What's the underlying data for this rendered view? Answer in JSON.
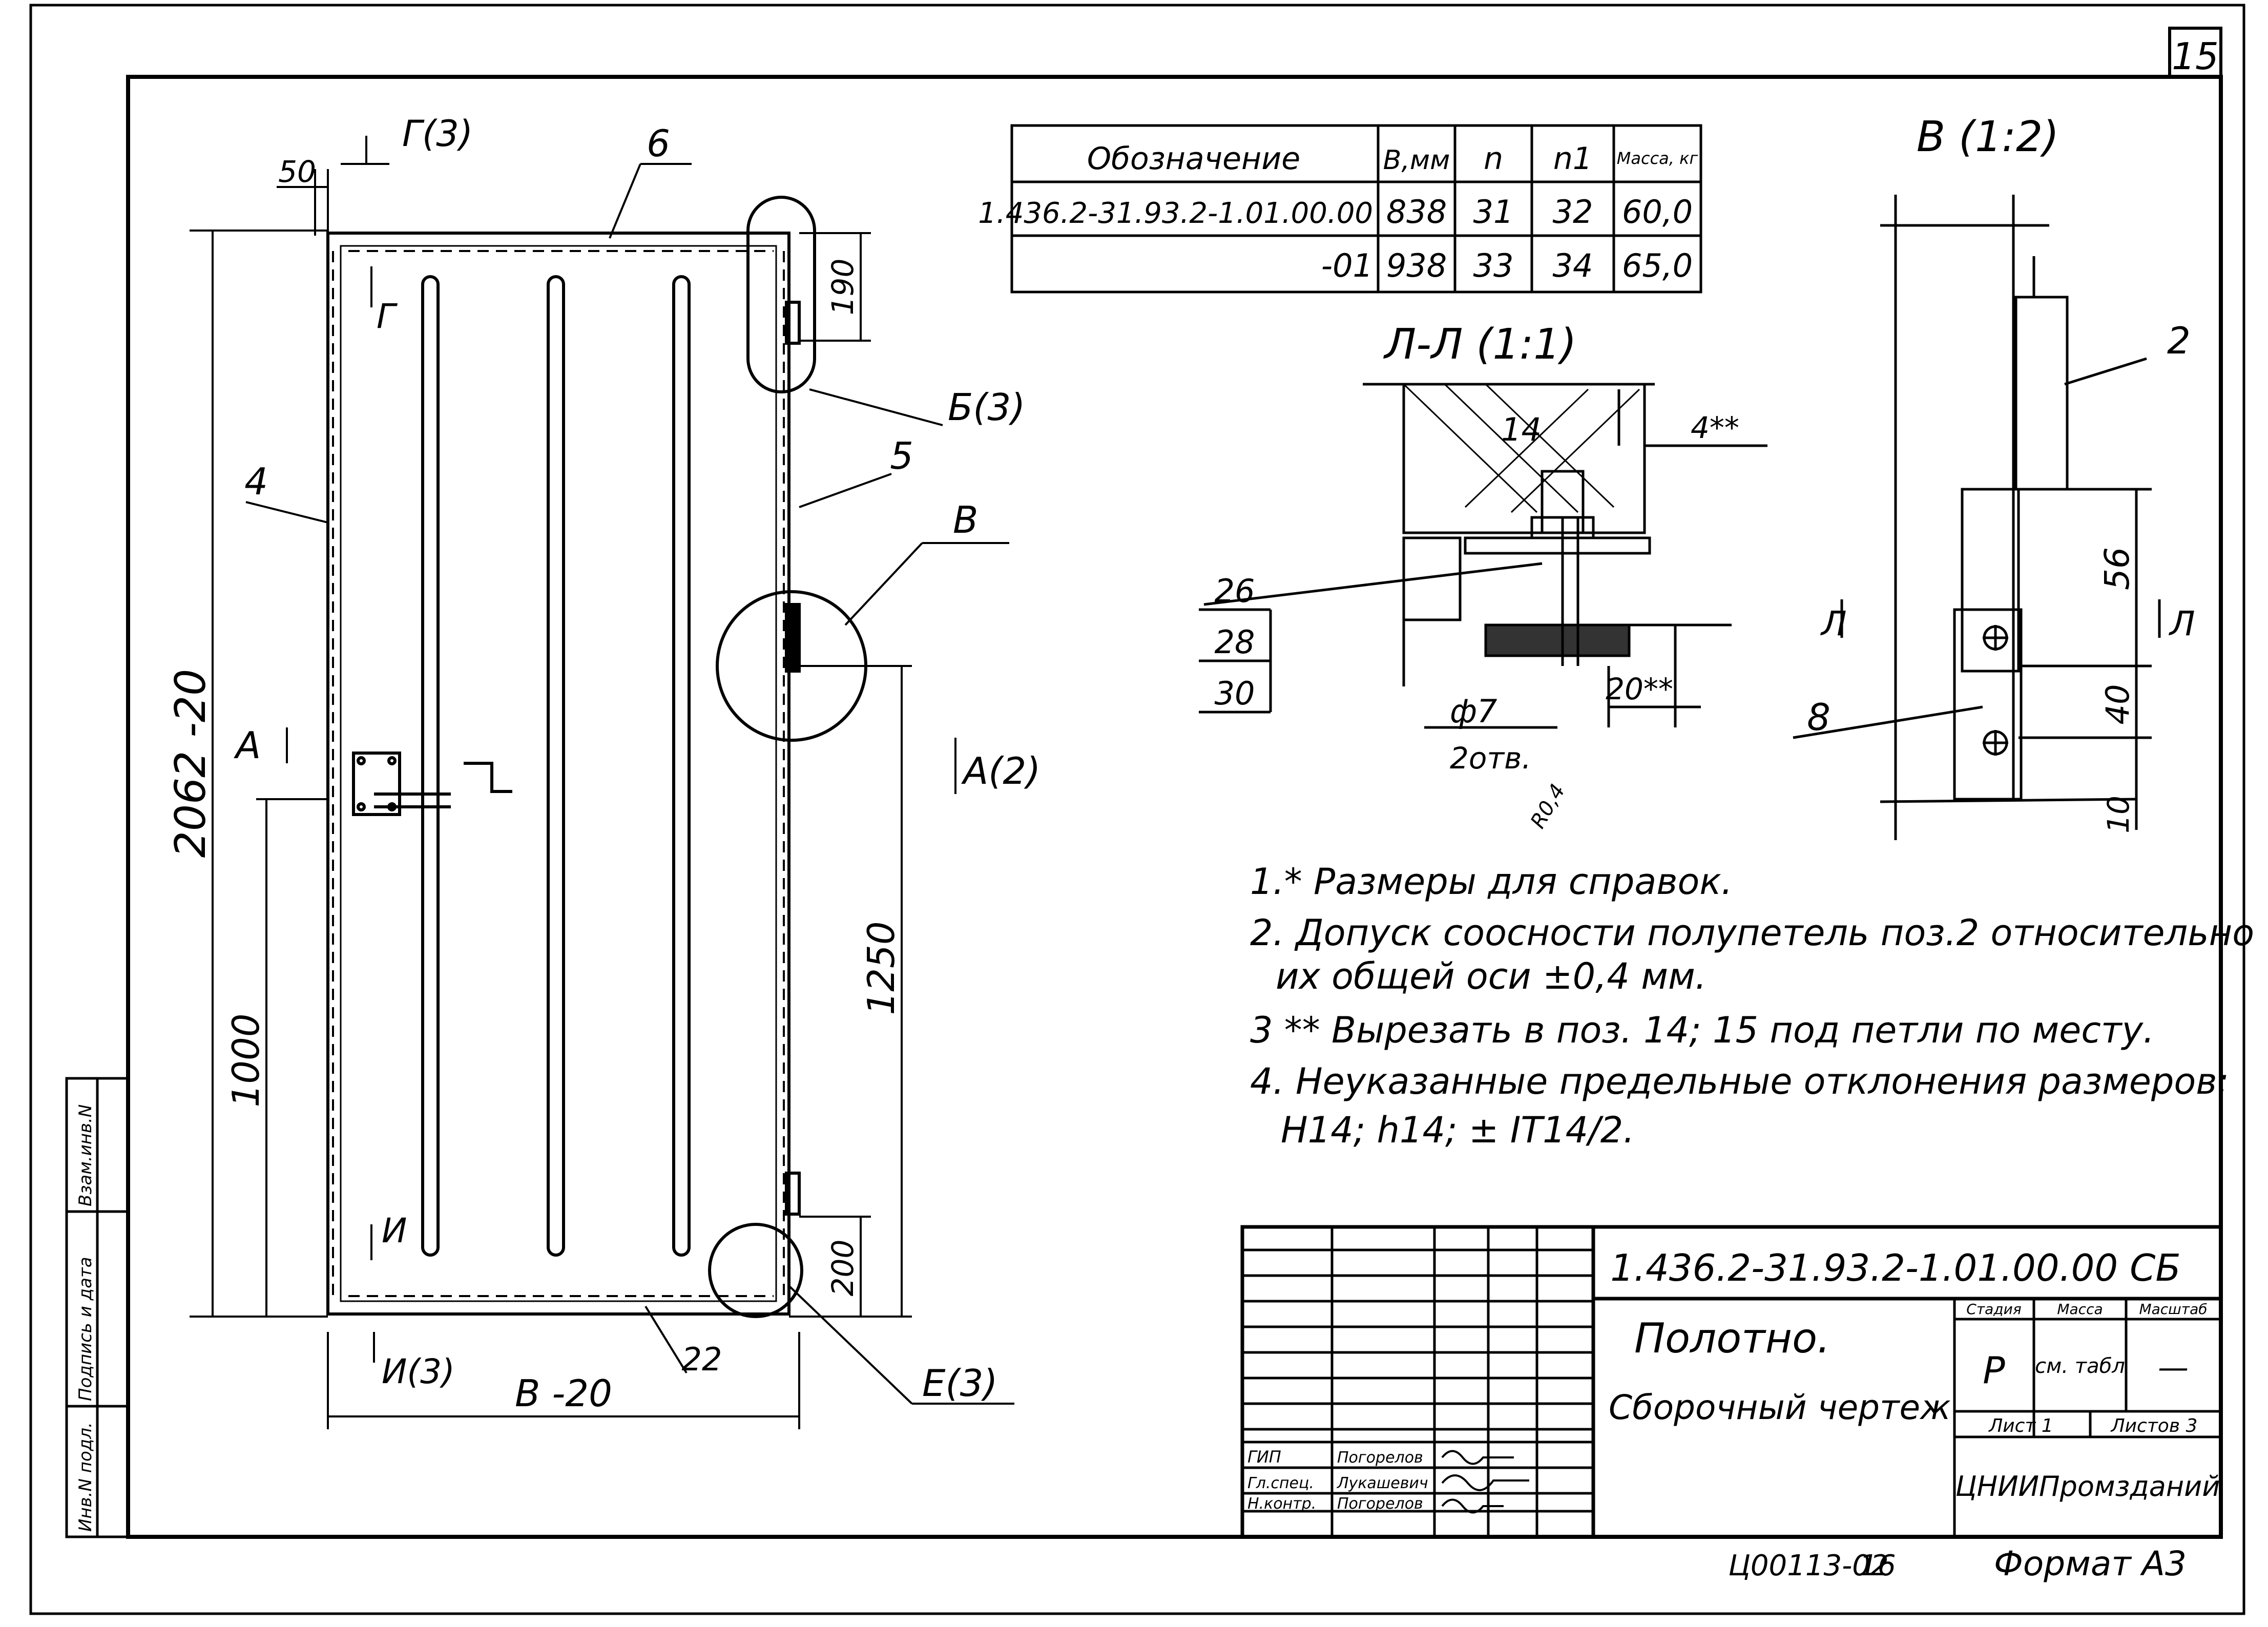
{
  "page": {
    "number": "15"
  },
  "spec_table": {
    "headers": [
      "Обозначение",
      "В,мм",
      "n",
      "n1",
      "Масса, кг"
    ],
    "rows": [
      [
        "1.436.2-31.93.2-1.01.00.00",
        "838",
        "31",
        "32",
        "60,0"
      ],
      [
        "-01",
        "938",
        "33",
        "34",
        "65,0"
      ]
    ]
  },
  "door": {
    "dim_width_top": "50",
    "section_g_top": "Г(3)",
    "pos_top": "6",
    "pos_left": "4",
    "pos_right": "5",
    "dim_height": "2062 -20",
    "dim_1000": "1000",
    "dim_1250": "1250",
    "dim_190": "190",
    "dim_200": "200",
    "dim_width_bottom": "B -20",
    "pos_bottom": "22",
    "callout_b": "Б(3)",
    "callout_v": "В",
    "callout_e": "Е(3)",
    "section_a_left": "A",
    "section_a_right": "А(2)",
    "mark_g": "Г",
    "mark_i": "И",
    "section_i_bottom": "И(3)"
  },
  "section_ll": {
    "title": "Л-Л (1:1)",
    "pos_14": "14",
    "dim_4": "4**",
    "pos_26": "26",
    "pos_28": "28",
    "pos_30": "30",
    "dim_20": "20**",
    "hole": "ф7",
    "hole_count": "2отв.",
    "radius": "R0,4"
  },
  "view_v": {
    "title": "В (1:2)",
    "pos_2": "2",
    "pos_8": "8",
    "dim_56": "56",
    "dim_40": "40",
    "dim_10": "10",
    "cut_l_left": "Л",
    "cut_l_right": "Л"
  },
  "notes": [
    "1.* Размеры для справок.",
    "2. Допуск соосности полупетель поз.2 относительно",
    "их общей оси ±0,4 мм.",
    "3 ** Вырезать в поз. 14; 15 под петли по месту.",
    "4. Неуказанные предельные отклонения размеров:",
    "Н14; h14; ± IT14/2."
  ],
  "title_block": {
    "designation": "1.436.2-31.93.2-1.01.00.00 СБ",
    "name": "Полотно.",
    "doc_type": "Сборочный чертеж",
    "stage_header": "Стадия",
    "mass_header": "Масса",
    "scale_header": "Масштаб",
    "stage": "Р",
    "mass": "см. табл",
    "scale": "—",
    "sheet": "Лист 1",
    "sheets": "Листов 3",
    "organization": "ЦНИИПромзданий",
    "roles": [
      {
        "role": "ГИП",
        "name": "Погорелов"
      },
      {
        "role": "Гл.спец.",
        "name": "Лукашевич"
      },
      {
        "role": "Н.контр.",
        "name": "Погорелов"
      }
    ]
  },
  "side_stamp": [
    "Инв.N подл.",
    "Подпись и дата",
    "Взам.инв.N"
  ],
  "footer": {
    "code": "Ц00113-02",
    "page_ref": "16",
    "format": "Формат А3"
  }
}
